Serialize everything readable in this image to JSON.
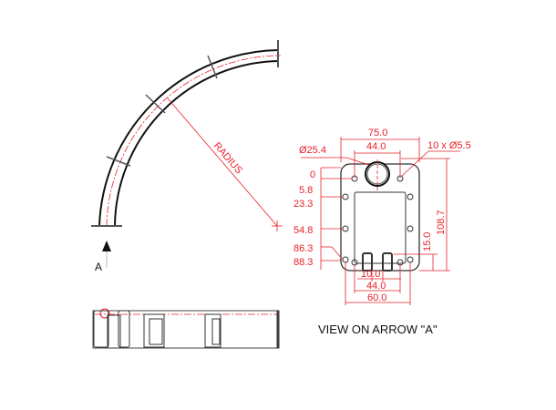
{
  "colors": {
    "dimension": "#e8202a",
    "outline": "#222222",
    "background": "#ffffff"
  },
  "side_view": {
    "radius_label": "RADIUS",
    "arrow_label": "A"
  },
  "view_a": {
    "title": "VIEW ON ARROW \"A\"",
    "top_dims": {
      "overall_width": "75.0",
      "hole_spacing_top": "44.0"
    },
    "bore_label": "Ø25.4",
    "holes_label": "10 x Ø5.5",
    "left_dims": [
      "0",
      "5.8",
      "23.3",
      "54.8",
      "86.3",
      "88.3"
    ],
    "right_dims": {
      "height": "108.7",
      "slot_height": "15.0"
    },
    "bottom_dims": {
      "slot_gap": "10.0",
      "inner_spacing": "44.0",
      "outer_spacing": "60.0"
    }
  }
}
